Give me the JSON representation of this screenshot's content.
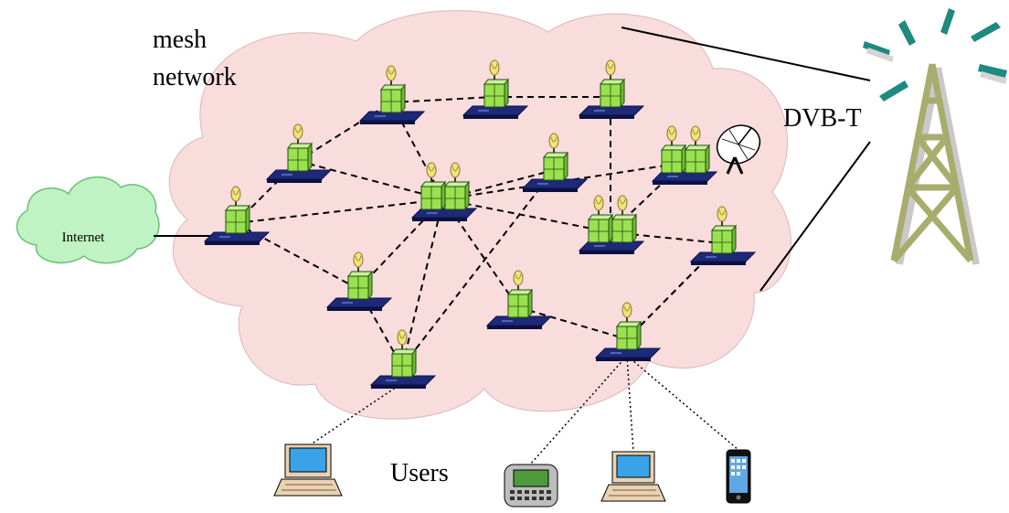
{
  "labels": {
    "mesh_line1": "mesh",
    "mesh_line2": "network",
    "internet": "Internet",
    "dvbt": "DVB-T",
    "users": "Users"
  },
  "colors": {
    "cloud_fill": "#f9dcdc",
    "internet_fill": "#bff3c4",
    "node_green": "#9be04f",
    "node_base": "#1e2a78",
    "antenna_yellow": "#f3e27a",
    "tower": "#a7ad6c",
    "dish_blades": "#1e8a80"
  },
  "mesh_nodes": [
    {
      "id": "n1",
      "radios": 1
    },
    {
      "id": "n2",
      "radios": 1
    },
    {
      "id": "n3",
      "radios": 1
    },
    {
      "id": "n4",
      "radios": 1
    },
    {
      "id": "n5",
      "radios": 1
    },
    {
      "id": "n6",
      "radios": 2
    },
    {
      "id": "n7",
      "radios": 1
    },
    {
      "id": "n8",
      "radios": 2
    },
    {
      "id": "n9",
      "radios": 2
    },
    {
      "id": "n10",
      "radios": 1
    },
    {
      "id": "n11",
      "radios": 1
    },
    {
      "id": "n12",
      "radios": 1
    },
    {
      "id": "n13",
      "radios": 1
    },
    {
      "id": "n14",
      "radios": 1
    }
  ],
  "mesh_links": [
    [
      "n1",
      "n2"
    ],
    [
      "n2",
      "n3"
    ],
    [
      "n3",
      "n4"
    ],
    [
      "n4",
      "n5"
    ],
    [
      "n1",
      "n6"
    ],
    [
      "n2",
      "n6"
    ],
    [
      "n3",
      "n6"
    ],
    [
      "n1",
      "n7"
    ],
    [
      "n7",
      "n6"
    ],
    [
      "n6",
      "n10"
    ],
    [
      "n6",
      "n11"
    ],
    [
      "n6",
      "n8"
    ],
    [
      "n5",
      "n9"
    ],
    [
      "n8",
      "n9"
    ],
    [
      "n9",
      "n13"
    ],
    [
      "n6",
      "n9"
    ],
    [
      "n13",
      "n14"
    ],
    [
      "n11",
      "n14"
    ],
    [
      "n10",
      "n12"
    ],
    [
      "n7",
      "n12"
    ],
    [
      "n6",
      "n12"
    ],
    [
      "n13",
      "n14"
    ]
  ],
  "user_devices": [
    {
      "id": "laptop-1",
      "type": "laptop",
      "connects_to": "n12"
    },
    {
      "id": "pda",
      "type": "pda",
      "connects_to": "n14"
    },
    {
      "id": "laptop-2",
      "type": "laptop",
      "connects_to": "n14"
    },
    {
      "id": "phone",
      "type": "phone",
      "connects_to": "n14"
    }
  ]
}
